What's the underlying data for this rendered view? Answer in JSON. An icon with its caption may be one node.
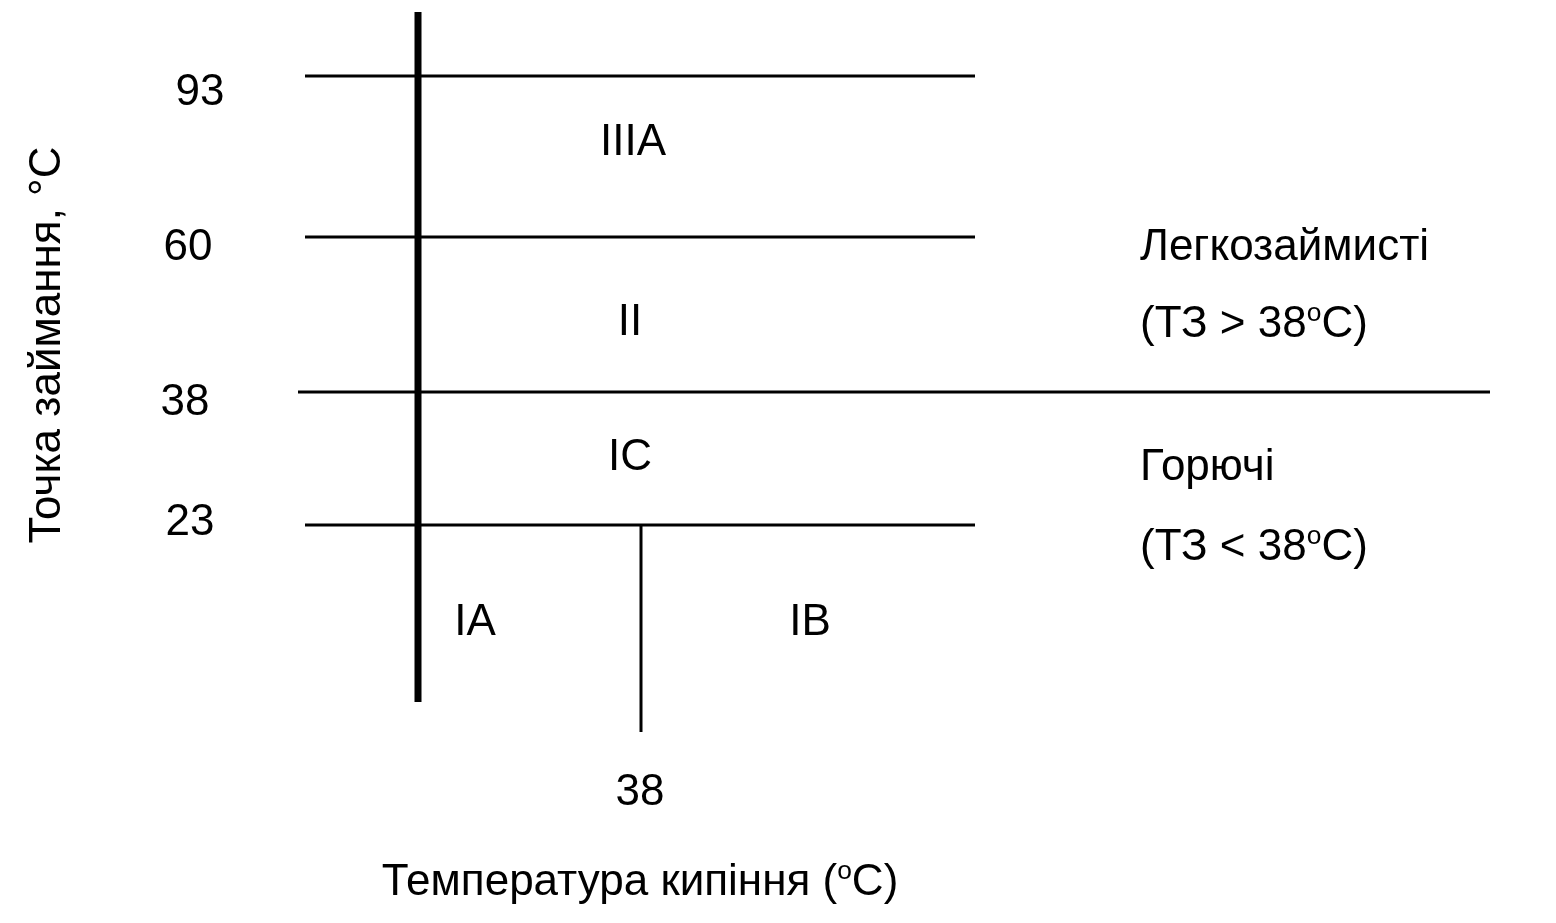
{
  "diagram": {
    "labels": [
      "Точка займання, °C",
      "93",
      "IIIA",
      "60",
      "Легкозаймисті",
      "II",
      "(ТЗ > 38$^{o}$C)",
      "38",
      "IC",
      "Горючі",
      "23",
      "(ТЗ < 38$^{o}$C)",
      "IA",
      "IB",
      "38",
      "Температура кипіння ($^{o}$C)"
    ]
  }
}
